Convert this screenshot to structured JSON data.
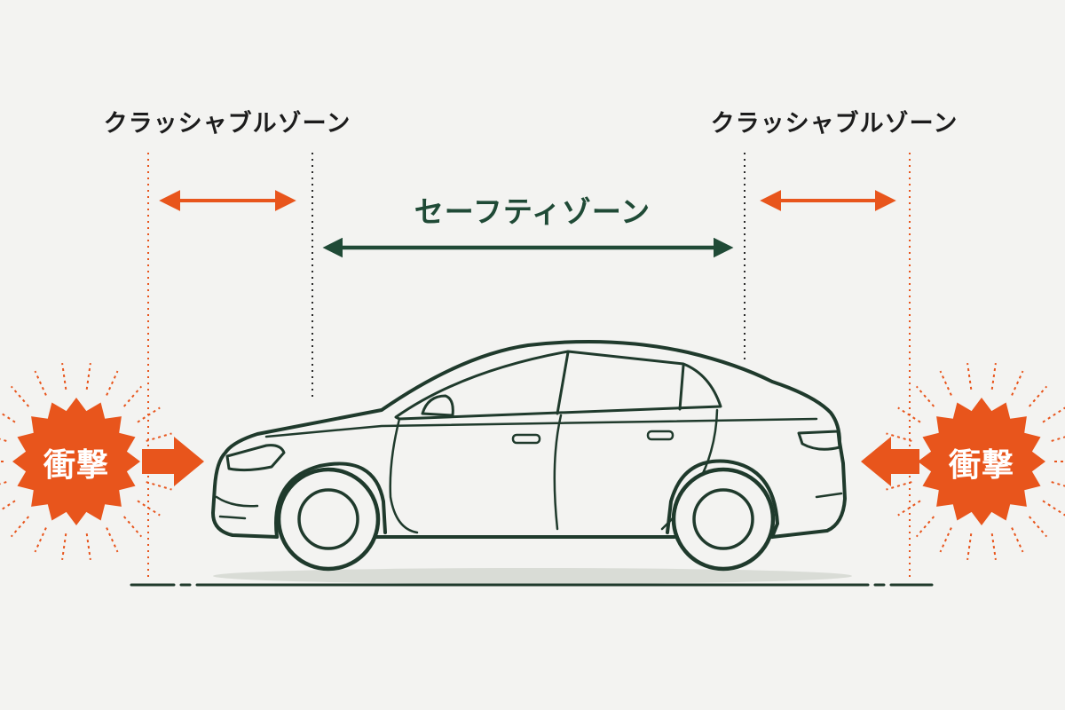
{
  "zones": {
    "crushable_left": "クラッシャブルゾーン",
    "crushable_right": "クラッシャブルゾーン",
    "safety": "セーフティゾーン"
  },
  "impact": {
    "left": "衝撃",
    "right": "衝撃"
  },
  "colors": {
    "crush_accent": "#e8551c",
    "safety_accent": "#1f4a36",
    "car_outline": "#1f3a2c",
    "background": "#f3f3f1"
  },
  "icons": [
    "car-outline-icon",
    "impact-burst-icon",
    "impact-arrow-icon",
    "double-arrow-icon"
  ]
}
